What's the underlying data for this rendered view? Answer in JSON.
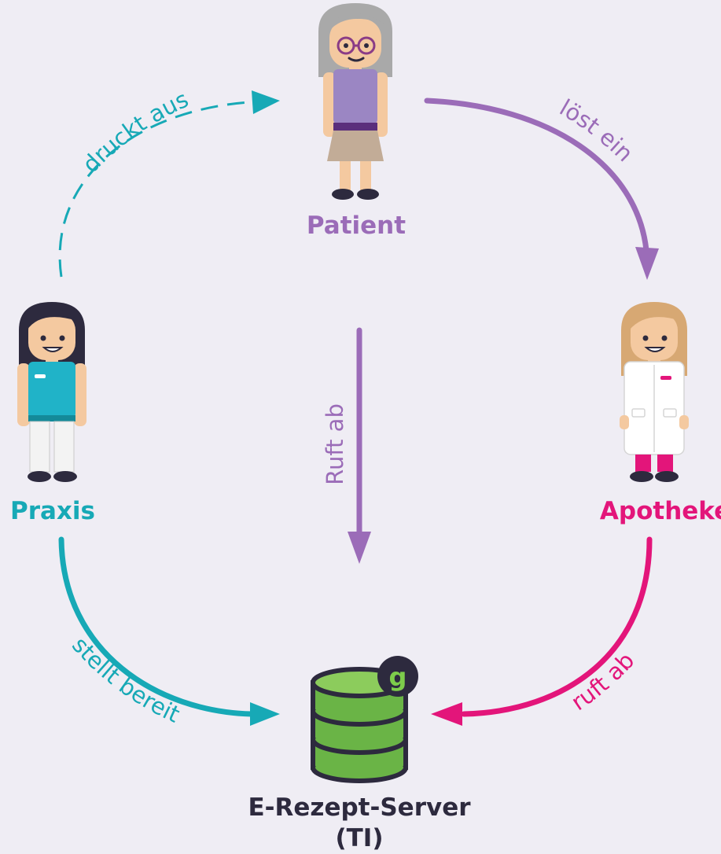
{
  "colors": {
    "background": "#efedf4",
    "praxis": "#17a9b6",
    "patient": "#9b6cb8",
    "apotheke": "#e3157a",
    "server": "#2d2a3e",
    "database_green": "#6ab446"
  },
  "nodes": {
    "patient": {
      "label": "Patient",
      "icon": "elderly-woman-figure"
    },
    "praxis": {
      "label": "Praxis",
      "icon": "doctor-assistant-figure"
    },
    "apotheke": {
      "label": "Apotheke",
      "icon": "pharmacist-figure"
    },
    "server": {
      "label_line1": "E-Rezept-Server",
      "label_line2": "(TI)",
      "icon": "database-icon",
      "badge": "g"
    }
  },
  "edges": {
    "praxis_to_patient": {
      "label": "druckt aus",
      "style": "dashed"
    },
    "patient_to_apotheke": {
      "label": "löst ein",
      "style": "solid"
    },
    "patient_to_server": {
      "label": "Ruft ab",
      "style": "solid"
    },
    "praxis_to_server": {
      "label": "stellt bereit",
      "style": "solid"
    },
    "apotheke_to_server": {
      "label": "ruft ab",
      "style": "solid"
    }
  }
}
